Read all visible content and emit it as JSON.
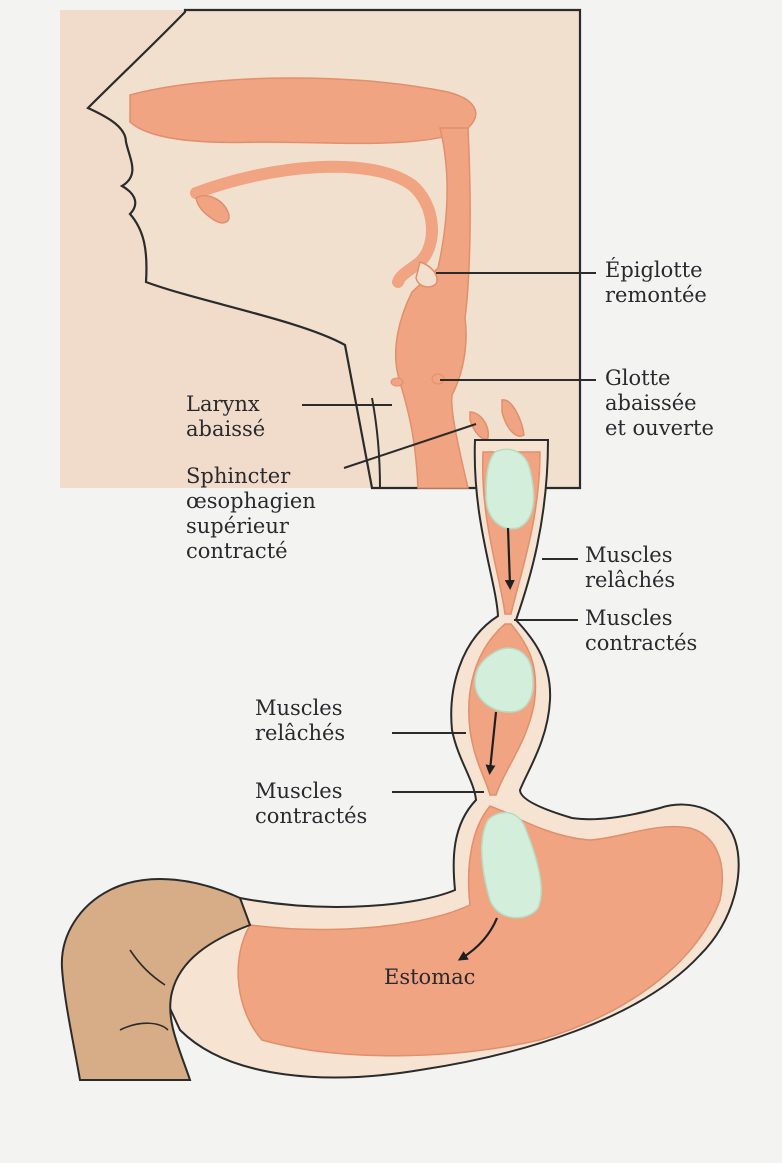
{
  "colors": {
    "background": "#f3f3f1",
    "head_panel": "#f1dccb",
    "skin": "#f2e0cf",
    "tissue": "#f0a482",
    "wall": "#f6e3d2",
    "bolus": "#d3eedb",
    "intestine": "#d6ad86",
    "ink": "#2a2a2e"
  },
  "labels": {
    "epiglotte": [
      "Épiglotte",
      "remontée"
    ],
    "glotte": [
      "Glotte",
      "abaissée",
      "et ouverte"
    ],
    "larynx": [
      "Larynx",
      "abaissé"
    ],
    "sphincter": [
      "Sphincter",
      "œsophagien",
      "supérieur",
      "contracté"
    ],
    "muscles_relaches_right": [
      "Muscles",
      "relâchés"
    ],
    "muscles_contractes_right": [
      "Muscles",
      "contractés"
    ],
    "muscles_relaches_left": [
      "Muscles",
      "relâchés"
    ],
    "muscles_contractes_left": [
      "Muscles",
      "contractés"
    ],
    "estomac": "Estomac"
  }
}
